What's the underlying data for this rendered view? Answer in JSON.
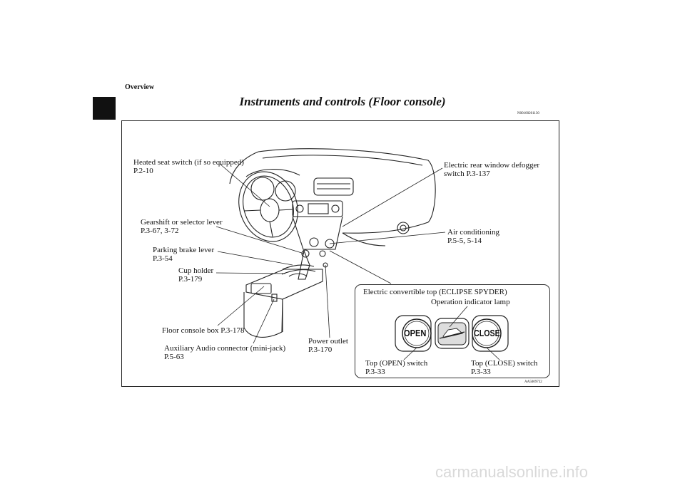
{
  "header": {
    "section": "Overview",
    "title": "Instruments and controls (Floor console)",
    "code": "N00100201130"
  },
  "figure": {
    "code": "AA5009732",
    "callouts": {
      "heated_seat": {
        "line1": "Heated seat switch (if so equipped)",
        "line2": "P.2-10"
      },
      "rear_defogger": {
        "line1": "Electric rear window defogger",
        "line2": "switch P.3-137"
      },
      "gearshift": {
        "line1": "Gearshift or selector lever",
        "line2": "P.3-67, 3-72"
      },
      "air_conditioning": {
        "line1": "Air conditioning",
        "line2": "P.5-5, 5-14"
      },
      "parking_brake": {
        "line1": "Parking brake lever",
        "line2": "P.3-54"
      },
      "cup_holder": {
        "line1": "Cup holder",
        "line2": "P.3-179"
      },
      "floor_console_box": {
        "line1": "Floor console box P.3-178"
      },
      "aux_audio": {
        "line1": "Auxiliary Audio connector (mini-jack)",
        "line2": "P.5-63"
      },
      "power_outlet": {
        "line1": "Power outlet",
        "line2": "P.3-170"
      }
    },
    "inset": {
      "title": "Electric convertible top (ECLIPSE SPYDER)",
      "indicator_label": "Operation indicator lamp",
      "open_button": "OPEN",
      "close_button": "CLOSE",
      "open_switch": {
        "line1": "Top (OPEN) switch",
        "line2": "P.3-33"
      },
      "close_switch": {
        "line1": "Top (CLOSE) switch",
        "line2": "P.3-33"
      }
    }
  },
  "watermark": "carmanualsonline.info"
}
